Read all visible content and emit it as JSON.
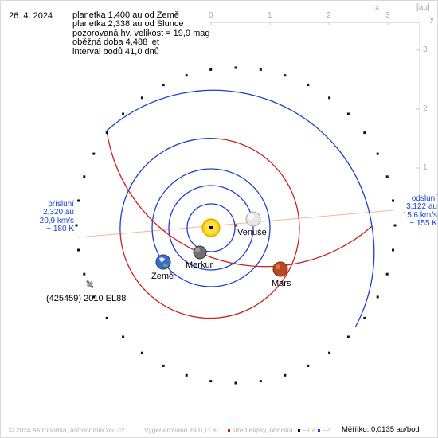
{
  "date": "26. 4. 2024",
  "info_lines": [
    "planetka 1,400 au od Země",
    "planetka 2,338 au od Slunce",
    "pozorovaná hv. velikost = 19,9 mag",
    "oběžná doba 4,488 let",
    "interval bodů 41,0 dnů"
  ],
  "axis": {
    "unit_label": "[au]",
    "x_ticks": [
      "0",
      "1",
      "2",
      "3"
    ],
    "y_ticks": [
      "3",
      "2",
      "1"
    ],
    "x_letter": "x",
    "y_letter": "y"
  },
  "planets": {
    "venus": "Venuše",
    "mercury": "Merkur",
    "earth": "Země",
    "mars": "Mars"
  },
  "asteroid_name": "(425459) 2010 EL88",
  "perihelion": {
    "title": "přísluní",
    "distance": "2,320 au",
    "speed": "20,9 km/s",
    "temp": "~ 180 K"
  },
  "aphelion": {
    "title": "odsluní",
    "distance": "3,122 au",
    "speed": "15,6 km/s",
    "temp": "~ 155 K"
  },
  "footer": {
    "copyright": "© 2024 Astronomia, astronomia.zcu.cz",
    "generated": "Vygenerováno za 0,11 s",
    "legend_center": "střed elipsy, ohniska",
    "f1": "F1 a",
    "f2": "F2",
    "scale": "Měřítko: 0,0135 au/bod"
  },
  "colors": {
    "orbit_blue": "#1f3fcc",
    "orbit_red": "#cc1f1f",
    "apsis_line": "#f0b89a",
    "label_blue": "#1a3fd6",
    "axis_gray": "#bdbdbd",
    "sun": "#f5c400"
  }
}
